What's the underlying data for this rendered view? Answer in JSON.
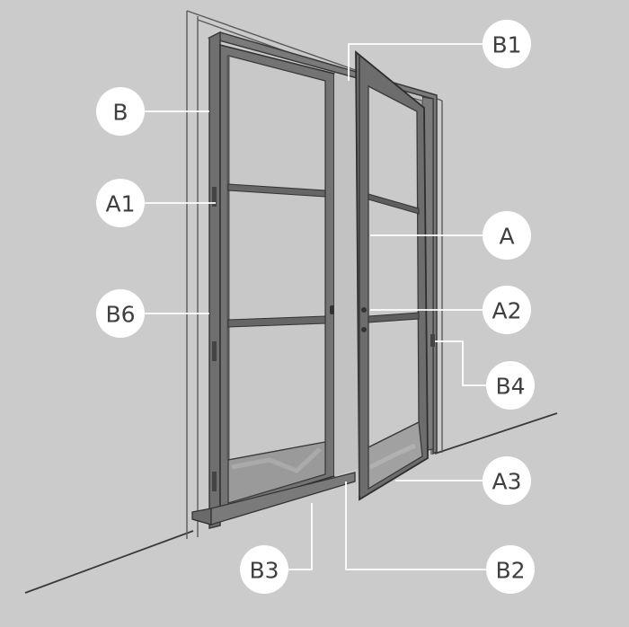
{
  "colors": {
    "background": "#cbcbcb",
    "frame": "#6f6f6f",
    "sketch": "#3a3a3a",
    "glass": "#c6c6c6",
    "leader": "#ffffff",
    "badge_fill": "#ffffff",
    "badge_text": "#3f3f3f"
  },
  "callouts": [
    {
      "id": "B",
      "label": "B"
    },
    {
      "id": "A1",
      "label": "A1"
    },
    {
      "id": "B6",
      "label": "B6"
    },
    {
      "id": "B1",
      "label": "B1"
    },
    {
      "id": "A",
      "label": "A"
    },
    {
      "id": "A2",
      "label": "A2"
    },
    {
      "id": "B4",
      "label": "B4"
    },
    {
      "id": "A3",
      "label": "A3"
    },
    {
      "id": "B3",
      "label": "B3"
    },
    {
      "id": "B2",
      "label": "B2"
    }
  ]
}
